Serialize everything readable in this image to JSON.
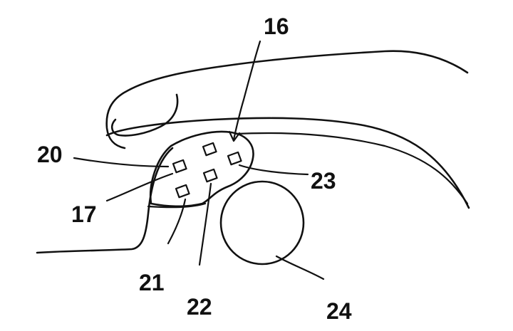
{
  "figure": {
    "reference_numerals": {
      "n16": "16",
      "n17": "17",
      "n20": "20",
      "n21": "21",
      "n22": "22",
      "n23": "23",
      "n24": "24"
    }
  },
  "colors": {
    "ink": "#111111",
    "background": "#ffffff"
  }
}
